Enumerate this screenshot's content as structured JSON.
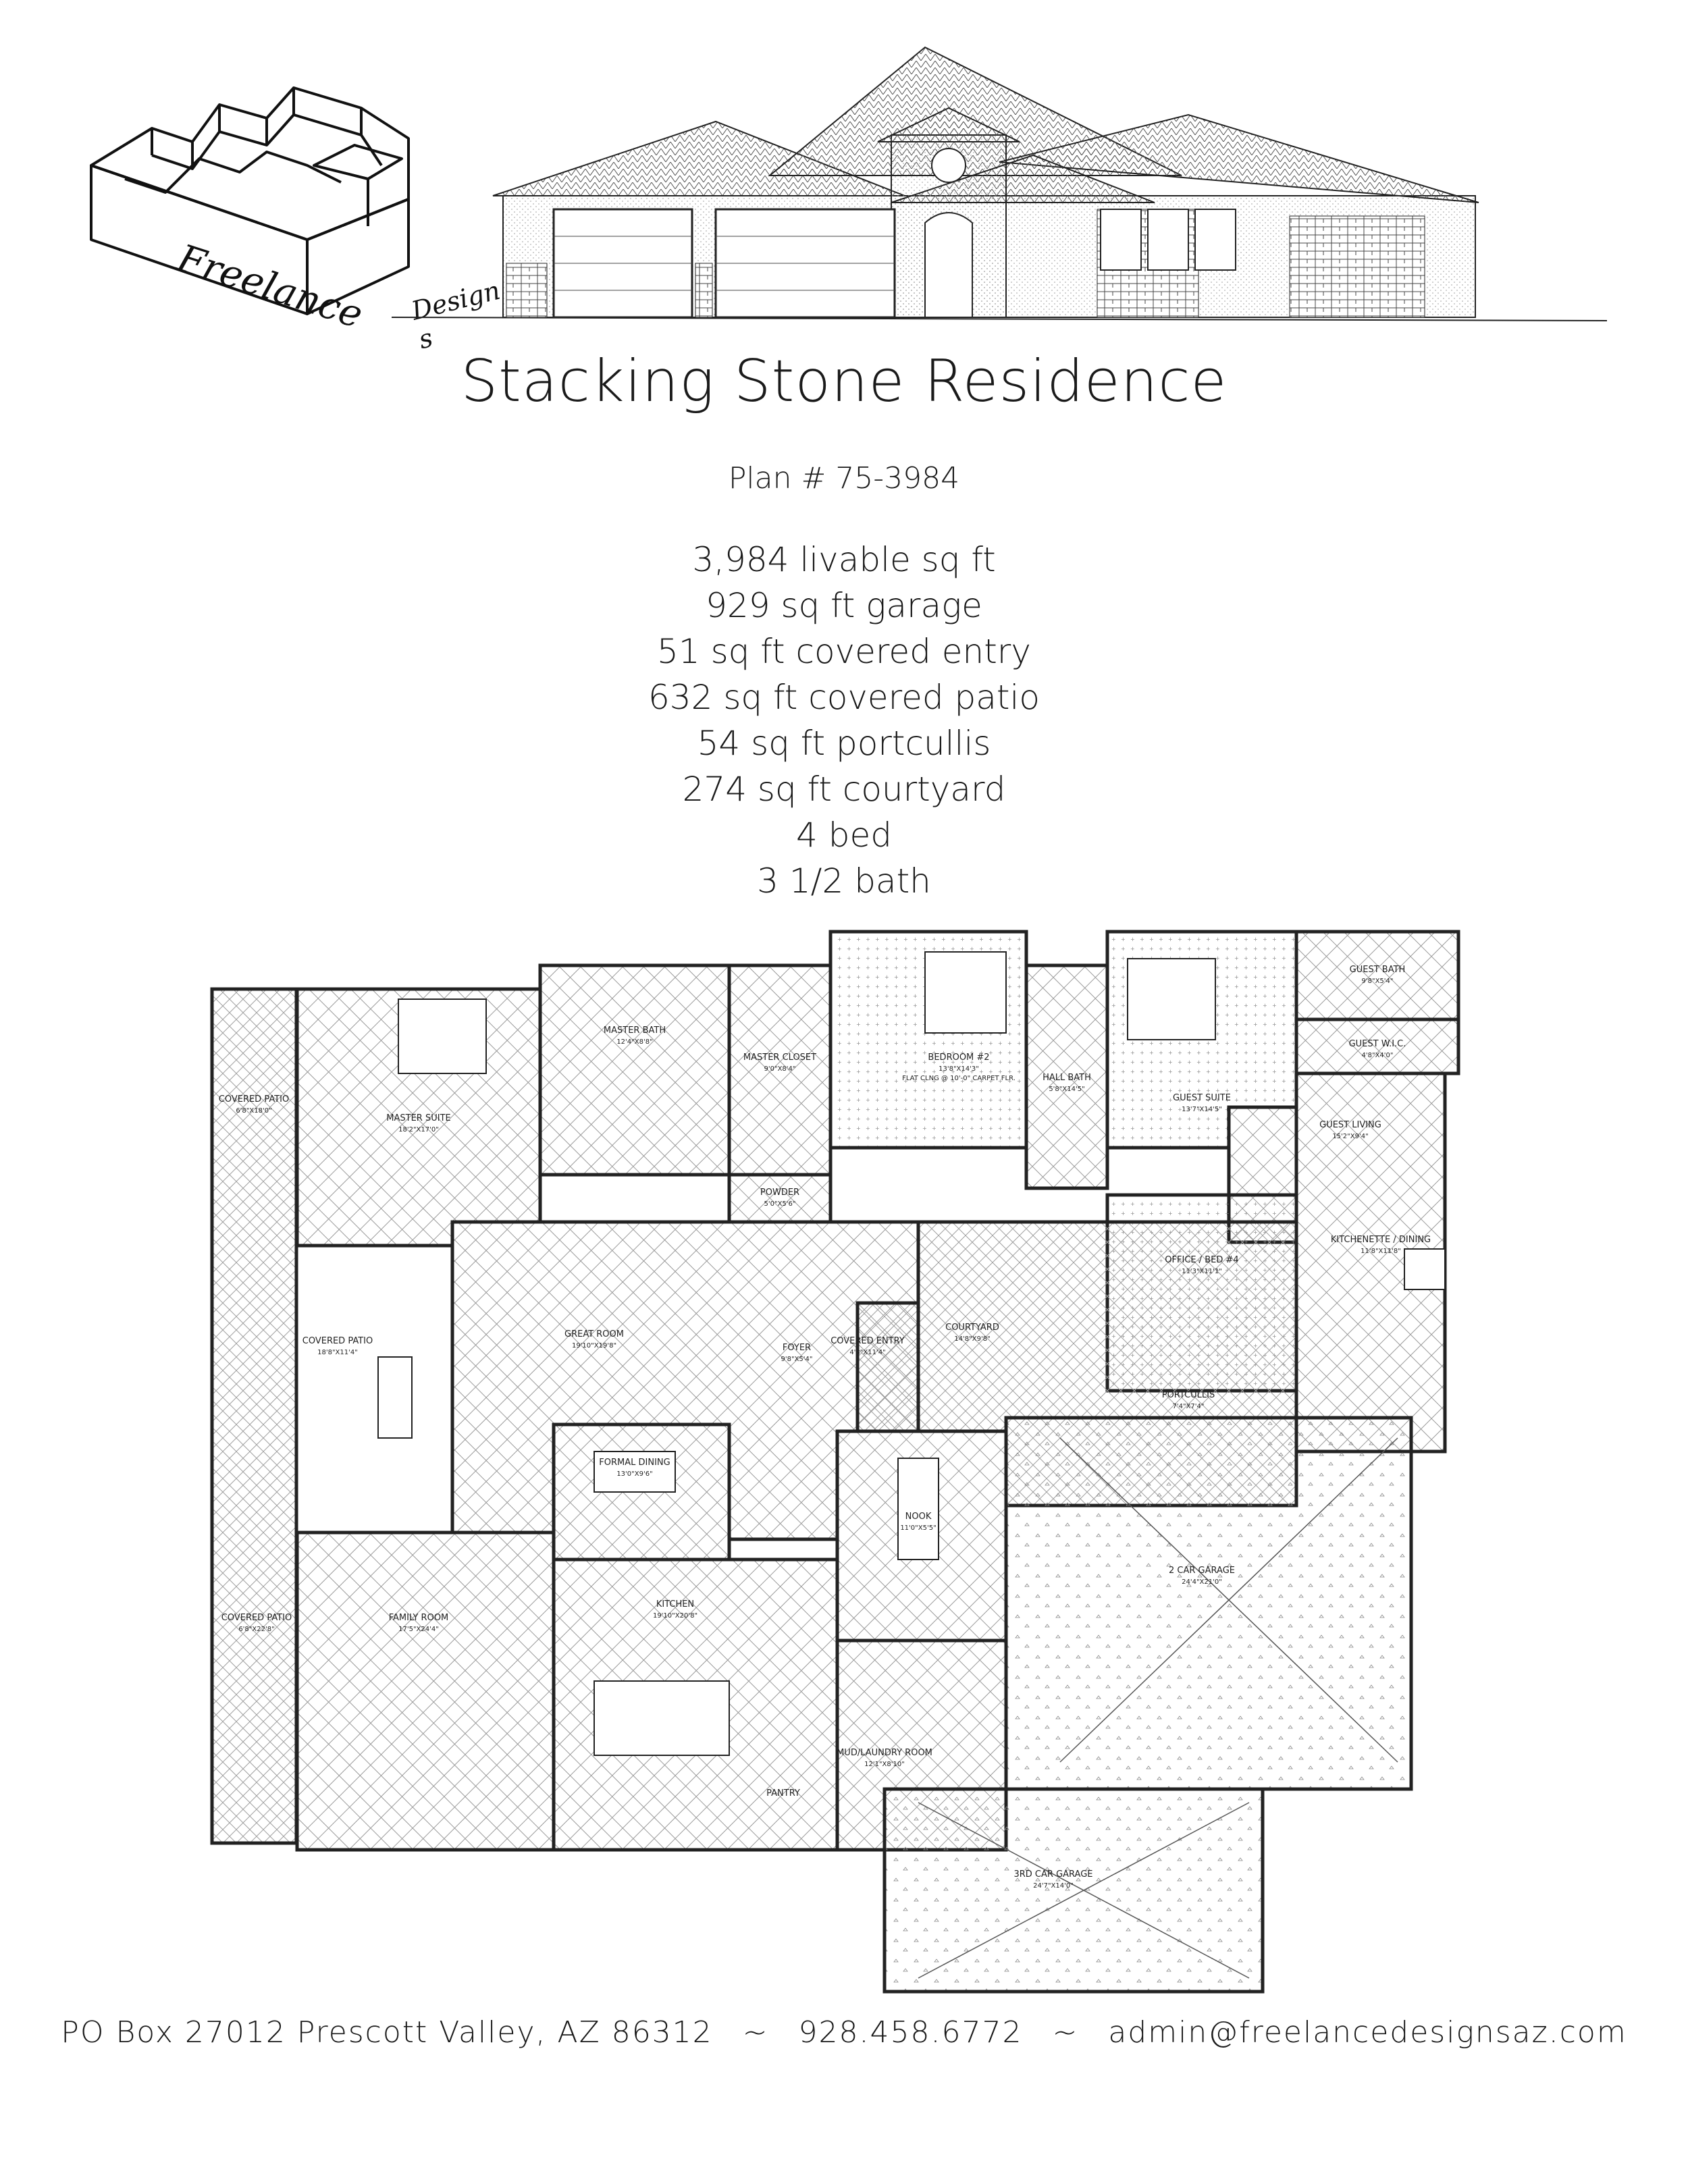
{
  "logo": {
    "word1": "Freelance",
    "word2": "Design s"
  },
  "title": "Stacking Stone Residence",
  "plan_number": "Plan # 75-3984",
  "stats": [
    "3,984 livable sq ft",
    "929 sq ft garage",
    "51 sq ft covered entry",
    "632 sq ft covered patio",
    "54 sq ft portcullis",
    "274 sq ft courtyard",
    "4 bed",
    "3 1/2 bath"
  ],
  "rooms": {
    "covered_patio_top": {
      "name": "COVERED PATIO",
      "dim": "6'8\"X18'0\""
    },
    "master_suite": {
      "name": "MASTER SUITE",
      "dim": "18'2\"X17'0\""
    },
    "master_bath": {
      "name": "MASTER BATH",
      "dim": "12'4\"X8'8\""
    },
    "master_closet": {
      "name": "MASTER CLOSET",
      "dim": "9'0\"X8'4\""
    },
    "bedroom2": {
      "name": "BEDROOM #2",
      "dim": "13'8\"X14'3\"",
      "note": "FLAT CLNG @ 10'-0\" CARPET FLR."
    },
    "hall_bath": {
      "name": "HALL BATH",
      "dim": "5'8\"X14'5\""
    },
    "guest_suite": {
      "name": "GUEST SUITE",
      "dim": "13'7\"X14'5\""
    },
    "guest_bath": {
      "name": "GUEST BATH",
      "dim": "9'8\"X5'4\""
    },
    "guest_wic": {
      "name": "GUEST W.I.C.",
      "dim": "4'8\"X4'0\""
    },
    "guest_living": {
      "name": "GUEST LIVING",
      "dim": "15'2\"X9'4\""
    },
    "kitchenette": {
      "name": "KITCHENETTE / DINING",
      "dim": "11'8\"X11'8\""
    },
    "powder": {
      "name": "POWDER",
      "dim": "5'0\"X5'6\""
    },
    "office_bed4": {
      "name": "OFFICE / BED #4",
      "dim": "11'3\"X11'1\""
    },
    "covered_patio_mid": {
      "name": "COVERED PATIO",
      "dim": "18'8\"X11'4\""
    },
    "great_room": {
      "name": "GREAT ROOM",
      "dim": "19'10\"X19'8\""
    },
    "courtyard": {
      "name": "COURTYARD",
      "dim": "14'8\"X9'8\""
    },
    "foyer": {
      "name": "FOYER",
      "dim": "9'8\"X5'4\""
    },
    "covered_entry": {
      "name": "COVERED ENTRY",
      "dim": "4'8\"X11'4\""
    },
    "portcullis": {
      "name": "PORTCULLIS",
      "dim": "7'4\"X7'4\""
    },
    "formal_dining": {
      "name": "FORMAL DINING",
      "dim": "13'0\"X9'6\""
    },
    "nook": {
      "name": "NOOK",
      "dim": "11'0\"X5'5\""
    },
    "covered_patio_bottom": {
      "name": "COVERED PATIO",
      "dim": "6'8\"X22'8\""
    },
    "family_room": {
      "name": "FAMILY ROOM",
      "dim": "17'5\"X24'4\""
    },
    "kitchen": {
      "name": "KITCHEN",
      "dim": "19'10\"X20'8\""
    },
    "two_car_garage": {
      "name": "2 CAR GARAGE",
      "dim": "24'4\"X21'0\""
    },
    "mud_laundry": {
      "name": "MUD/LAUNDRY ROOM",
      "dim": "12'1\"X8'10\""
    },
    "pantry": {
      "name": "PANTRY",
      "dim": ""
    },
    "third_car_garage": {
      "name": "3RD CAR GARAGE",
      "dim": "24'7\"X14'0\""
    }
  },
  "footer": {
    "address": "PO Box 27012 Prescott Valley, AZ 86312",
    "separator": "~",
    "phone": "928.458.6772",
    "email": "admin@freelancedesignsaz.com"
  }
}
